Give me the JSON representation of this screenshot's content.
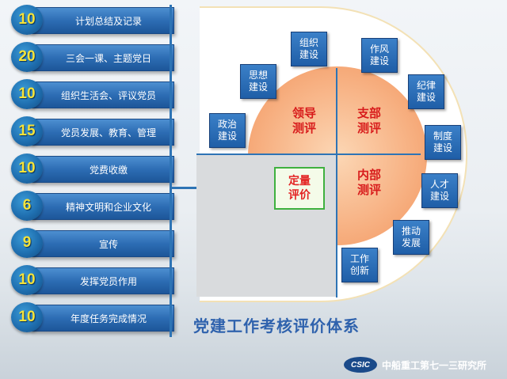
{
  "categories": [
    {
      "score": "10",
      "label": "计划总结及记录"
    },
    {
      "score": "20",
      "label": "三会一课、主题党日"
    },
    {
      "score": "10",
      "label": "组织生活会、评议党员"
    },
    {
      "score": "15",
      "label": "党员发展、教育、管理"
    },
    {
      "score": "10",
      "label": "党费收缴"
    },
    {
      "score": "6",
      "label": "精神文明和企业文化"
    },
    {
      "score": "9",
      "label": "宣传"
    },
    {
      "score": "10",
      "label": "发挥党员作用"
    },
    {
      "score": "10",
      "label": "年度任务完成情况"
    }
  ],
  "center": {
    "line1": "定量",
    "line2": "评价"
  },
  "quadrants": {
    "leader": {
      "line1": "领导",
      "line2": "测评"
    },
    "branch": {
      "line1": "支部",
      "line2": "测评"
    },
    "internal": {
      "line1": "内部",
      "line2": "测评"
    }
  },
  "outer_nodes": [
    {
      "line1": "政治",
      "line2": "建设"
    },
    {
      "line1": "思想",
      "line2": "建设"
    },
    {
      "line1": "组织",
      "line2": "建设"
    },
    {
      "line1": "作风",
      "line2": "建设"
    },
    {
      "line1": "纪律",
      "line2": "建设"
    },
    {
      "line1": "制度",
      "line2": "建设"
    },
    {
      "line1": "人才",
      "line2": "建设"
    },
    {
      "line1": "推动",
      "line2": "发展"
    },
    {
      "line1": "工作",
      "line2": "创新"
    }
  ],
  "title": "党建工作考核评价体系",
  "footer": {
    "logo_text": "CSIC",
    "org_name": "中船重工第七一三研究所"
  },
  "colors": {
    "accent": "#2e74b5",
    "badge_number": "#f5e33a",
    "quadrant_label": "#d81c1c",
    "center_box_border": "#3fb13f"
  }
}
